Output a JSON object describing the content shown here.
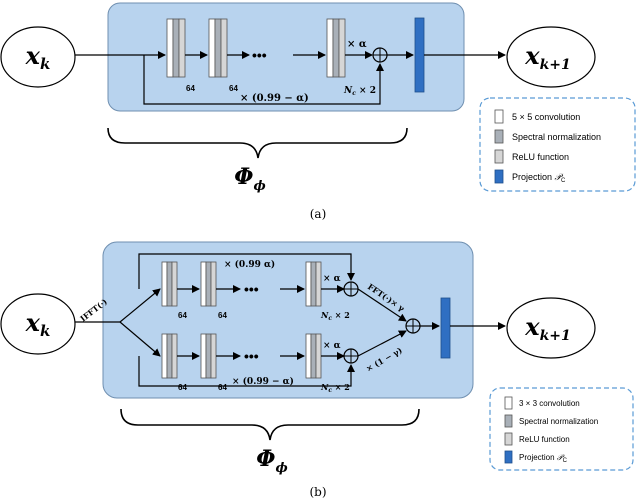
{
  "panel_a": {
    "input_label": "x_k",
    "output_label": "x_{k+1}",
    "channels_1": "64",
    "channels_2": "64",
    "dots": "•••",
    "nc_label": "N_c × 2",
    "alpha_label": "× α",
    "skip_label": "× (0.99 − α)",
    "phi_label": "Φ_ϕ",
    "caption": "(a)",
    "legend": [
      {
        "label": "5 × 5   convolution",
        "color": "#ffffff"
      },
      {
        "label": "Spectral normalization",
        "color": "#a9b0b8"
      },
      {
        "label": "ReLU function",
        "color": "#d6d6d6"
      },
      {
        "label": "Projection 𝒫_C",
        "color": "#2f6fc2"
      }
    ]
  },
  "panel_b": {
    "input_label": "x_k",
    "output_label": "x_{k+1}",
    "ifft_label": "IFFT(·)",
    "fft_label": "FFT(·)× γ",
    "one_minus_gamma": "× (1 − γ)",
    "top_skip": "× (0.99     α)",
    "bottom_skip": "× (0.99 − α)",
    "channels": "64",
    "dots": "•••",
    "nc_label": "N_c × 2",
    "alpha_label": "× α",
    "phi_label": "Φ_ϕ",
    "caption": "(b)",
    "legend": [
      {
        "label": "3 × 3   convolution",
        "color": "#ffffff"
      },
      {
        "label": "Spectral normalization",
        "color": "#a9b0b8"
      },
      {
        "label": "ReLU function",
        "color": "#d6d6d6"
      },
      {
        "label": "Projection 𝒫_C",
        "color": "#2f6fc2"
      }
    ]
  },
  "colors": {
    "box_fill": "#b8d3ee",
    "box_stroke": "#6f8fb0",
    "projection": "#2f6fc2",
    "legend_border": "#5b9bd5"
  }
}
